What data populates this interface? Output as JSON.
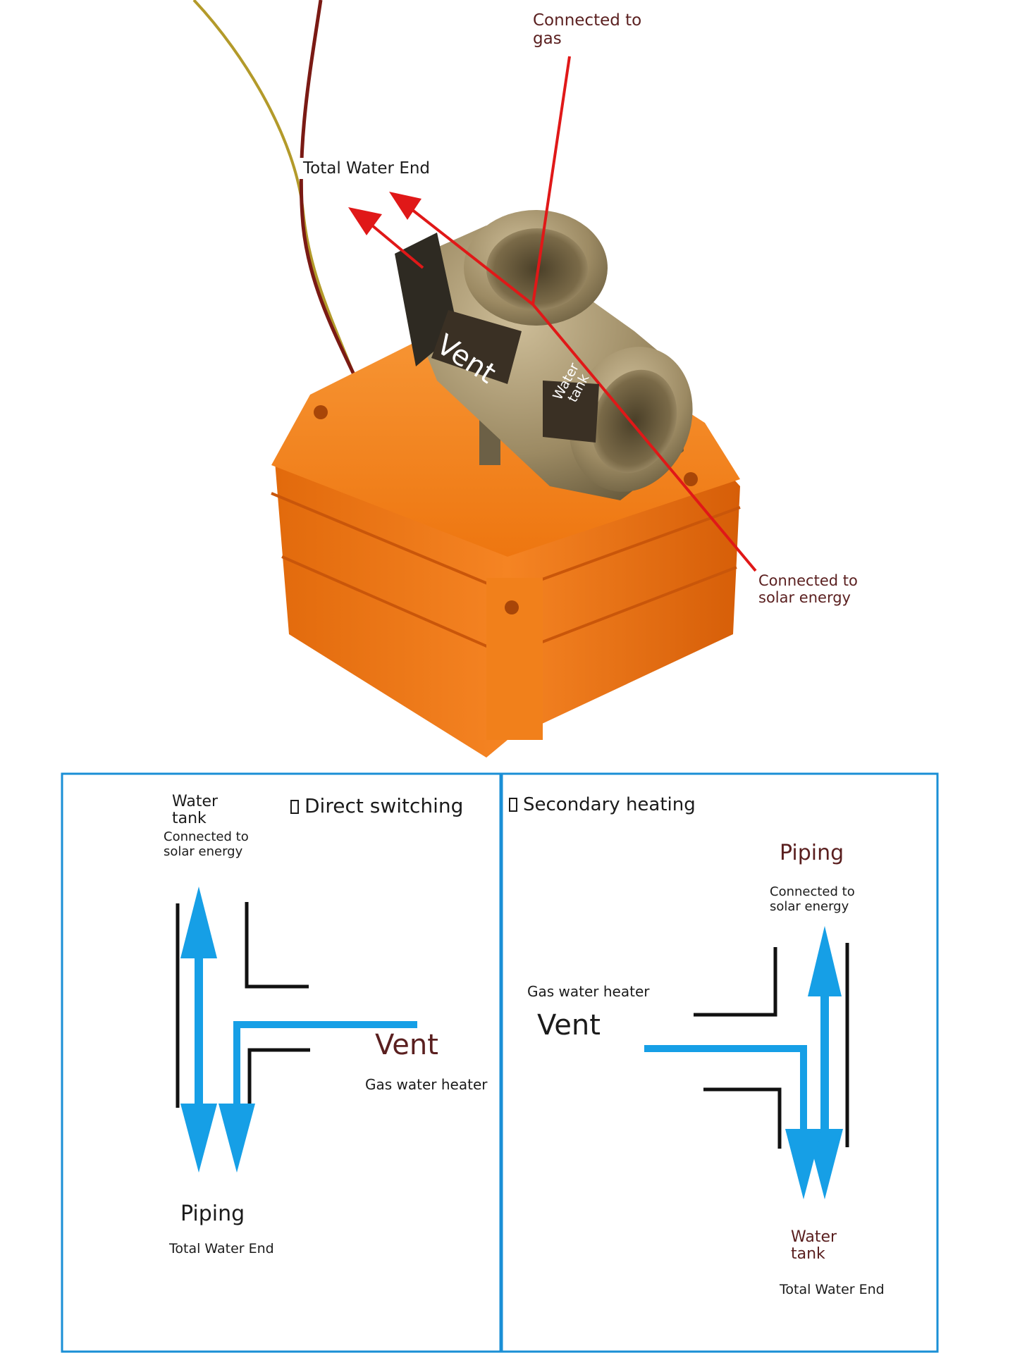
{
  "photo": {
    "label_gas": "Connected to\ngas",
    "label_total_water_end": "Total Water End",
    "label_vent": "Vent",
    "label_water_tank": "Water\ntank",
    "label_solar": "Connected to\nsolar energy"
  },
  "left_diagram": {
    "title": "Direct switching",
    "water_tank": "Water\ntank",
    "solar": "Connected to\nsolar energy",
    "vent": "Vent",
    "gas_heater": "Gas water heater",
    "piping": "Piping",
    "total_water_end": "Total Water End"
  },
  "right_diagram": {
    "title": "Secondary heating",
    "piping": "Piping",
    "solar": "Connected to\nsolar energy",
    "gas_heater": "Gas water heater",
    "vent": "Vent",
    "water_tank": "Water\ntank",
    "total_water_end": "Total Water End"
  },
  "colors": {
    "frame_blue": "#1a8fd6",
    "flow_blue": "#169fe6",
    "pointer_red": "#e01818",
    "valve_orange": "#f07a14",
    "brass": "#9c8a63"
  }
}
